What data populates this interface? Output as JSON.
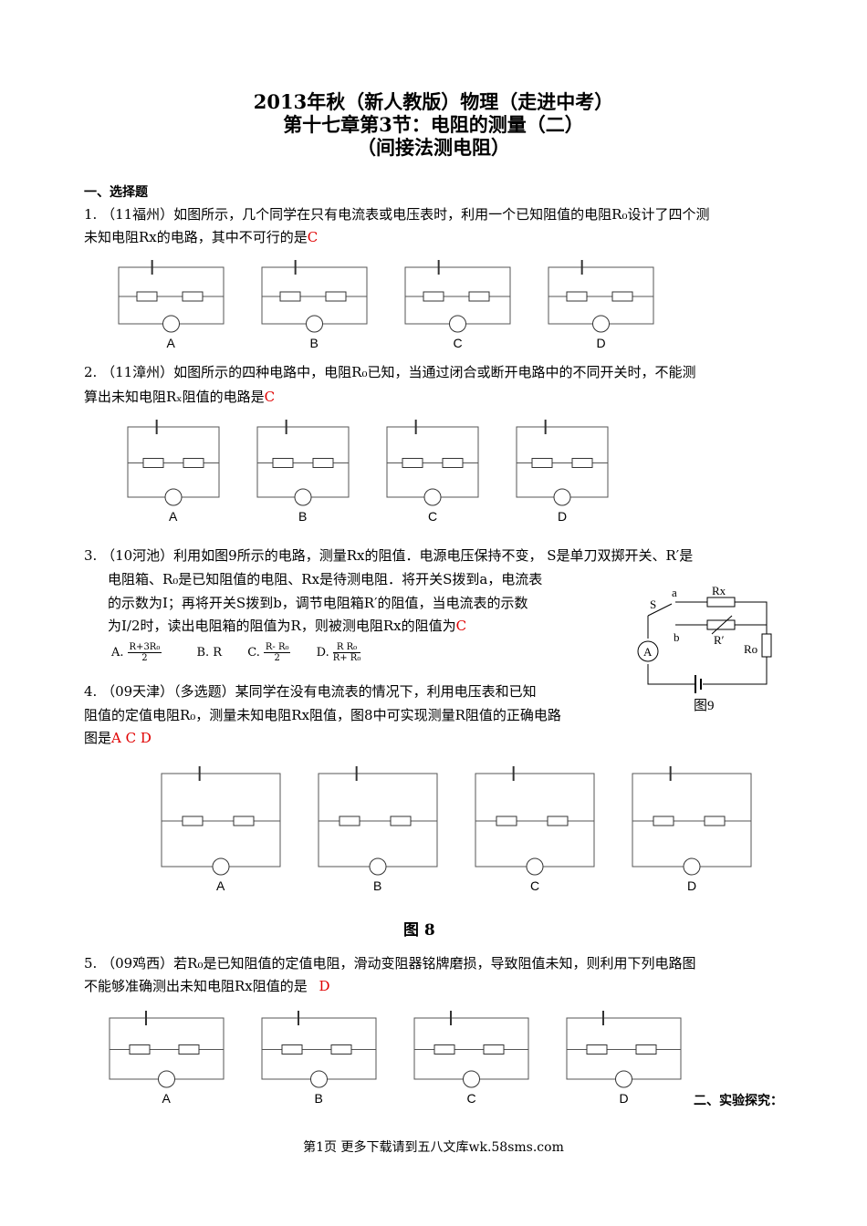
{
  "title": [
    "2013年秋（新人教版）物理（走进中考）",
    "第十七章第3节：电阻的测量（二）",
    "（间接法测电阻）"
  ],
  "section1": "一、选择题",
  "q1": {
    "line1": "1. （11福州）如图所示，几个同学在只有电流表或电压表时，利用一个已知阻值的电阻R₀设计了四个测",
    "line2": "未知电阻Rx的电路，其中不可行的是",
    "answer": "C",
    "labels": [
      "A",
      "B",
      "C",
      "D"
    ]
  },
  "q2": {
    "line1": "2. （11漳州）如图所示的四种电路中，电阻R₀已知，当通过闭合或断开电路中的不同开关时，不能测",
    "line2": "算出未知电阻Rₓ阻值的电路是",
    "answer": "C",
    "labels": [
      "A",
      "B",
      "C",
      "D"
    ]
  },
  "q3": {
    "line1": "3. （10河池）利用如图9所示的电路，测量Rx的阻值．电源电压保持不变， S是单刀双掷开关、R′是",
    "line2": "电阻箱、R₀是已知阻值的电阻、Rx是待测电阻．将开关S拨到a，电流表",
    "line3": "的示数为I；再将开关S拨到b，调节电阻箱R′的阻值，当电流表的示数",
    "line4": "为I/2时，读出电阻箱的阻值为R，则被测电阻Rx的阻值为",
    "answer": "C",
    "options": {
      "a_label": "A.",
      "a_num": "R+3R₀",
      "a_den": "2",
      "b_label": "B. R",
      "c_label": "C.",
      "c_num": "R- R₀",
      "c_den": "2",
      "d_label": "D.",
      "d_num": "R R₀",
      "d_den": "R+ R₀"
    },
    "figure_caption": "图9",
    "fig_labels": {
      "s": "S",
      "a": "a",
      "b": "b",
      "rx": "Rx",
      "rp": "R′",
      "r0": "Ro",
      "ammeter": "A"
    }
  },
  "q4": {
    "line1": "4. （09天津）（多选题）某同学在没有电流表的情况下，利用电压表和已知",
    "line2": "阻值的定值电阻R₀，测量未知电阻Rx阻值，图8中可实现测量R阻值的正确电路",
    "line3": "图是",
    "answer": "A C D",
    "labels": [
      "A",
      "B",
      "C",
      "D"
    ],
    "figure_caption": "图 8"
  },
  "q5": {
    "line1": "5. （09鸡西）若R₀是已知阻值的定值电阻，滑动变阻器铭牌磨损，导致阻值未知，则利用下列电路图",
    "line2": "不能够准确测出未知电阻Rx阻值的是",
    "answer": "D",
    "labels": [
      "A",
      "B",
      "C",
      "D"
    ]
  },
  "section2": "二、实验探究：",
  "footer": "第1页 更多下载请到五八文库wk.58sms.com"
}
